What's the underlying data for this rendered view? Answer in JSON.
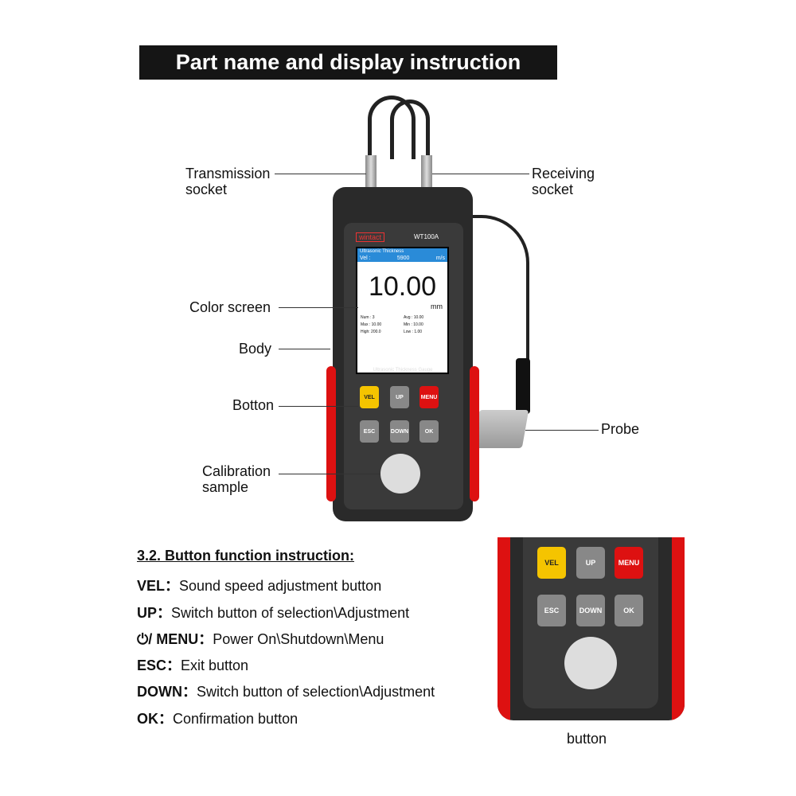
{
  "title": "Part name and display instruction",
  "labels": {
    "transmission": "Transmission socket",
    "receiving": "Receiving socket",
    "screen": "Color screen",
    "body": "Body",
    "button": "Botton",
    "calibration": "Calibration sample",
    "probe": "Probe"
  },
  "device": {
    "brand": "wintact",
    "model": "WT100A",
    "mode": "Ultrasonic Thickness",
    "vel_label": "Vel :",
    "vel_value": "5900",
    "vel_unit": "m/s",
    "reading": "10.00",
    "unit": "mm",
    "stats": [
      "Num : 3",
      "Avg : 10.00",
      "Max : 10.00",
      "Min : 10.00",
      "High: 200.0",
      "Low : 1.00"
    ],
    "footer": "Ultrasonic Thickness Gauge",
    "buttons": {
      "vel": "VEL",
      "up": "UP",
      "menu": "MENU",
      "esc": "ESC",
      "down": "DOWN",
      "ok": "OK"
    }
  },
  "section": {
    "heading": "3.2. Button function instruction:",
    "items": [
      {
        "key": "VEL：",
        "desc": "Sound speed adjustment button"
      },
      {
        "key": "UP：",
        "desc": "Switch button of selection\\Adjustment"
      },
      {
        "key": "⏻/ MENU：",
        "desc": "Power On\\Shutdown\\Menu"
      },
      {
        "key": "ESC：",
        "desc": "Exit button"
      },
      {
        "key": "DOWN：",
        "desc": "Switch button of selection\\Adjustment"
      },
      {
        "key": "OK：",
        "desc": "Confirmation button"
      }
    ]
  },
  "inset_caption": "button",
  "colors": {
    "red": "#d11",
    "yellow": "#f5c400",
    "body": "#2a2a2a",
    "screen_bar": "#2a8bd8"
  }
}
